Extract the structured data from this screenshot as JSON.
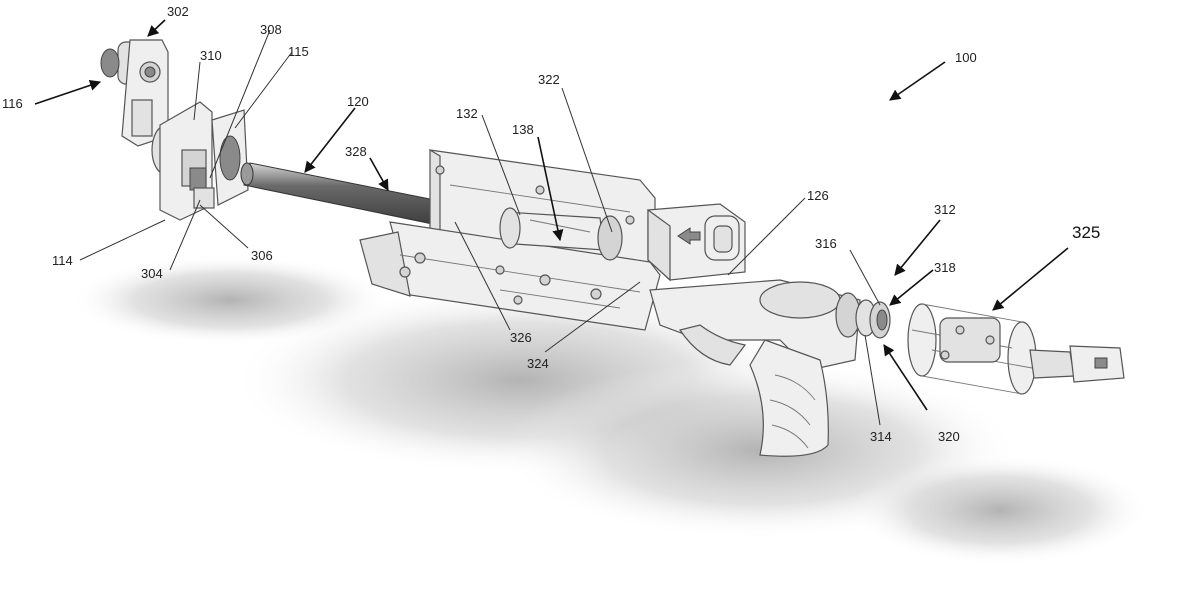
{
  "figure": {
    "labels": {
      "l100": "100",
      "l114": "114",
      "l115": "115",
      "l116": "116",
      "l120": "120",
      "l126": "126",
      "l132": "132",
      "l138": "138",
      "l302": "302",
      "l304": "304",
      "l306": "306",
      "l308": "308",
      "l310": "310",
      "l312": "312",
      "l314": "314",
      "l316": "316",
      "l318": "318",
      "l320": "320",
      "l322": "322",
      "l324": "324",
      "l325": "325",
      "l326": "326",
      "l328": "328"
    }
  }
}
